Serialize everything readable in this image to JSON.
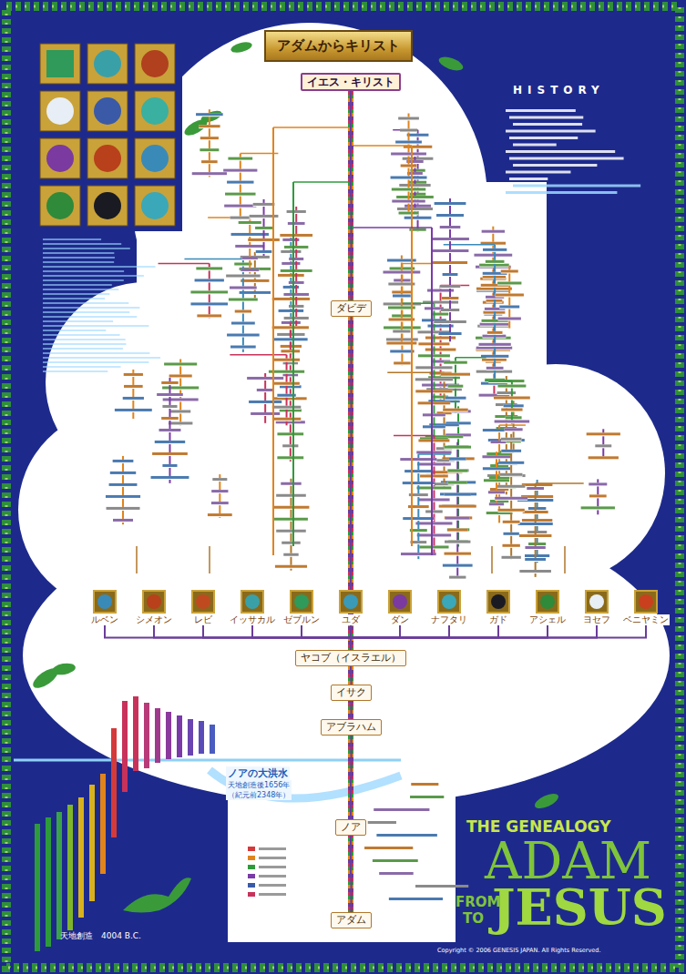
{
  "diagram": {
    "title": "アダムからキリスト",
    "nodes": [
      {
        "text": [
          "イエス・キリスト"
        ]
      },
      {
        "text": [
          "ダビデ"
        ]
      },
      {
        "text": [
          "ルベン"
        ]
      },
      {
        "text": [
          "シメオン"
        ]
      },
      {
        "text": [
          "レビ"
        ]
      },
      {
        "text": [
          "イッサカル"
        ]
      },
      {
        "text": [
          "ゼブルン"
        ]
      },
      {
        "text": [
          "ユダ"
        ]
      },
      {
        "text": [
          "ダン"
        ]
      },
      {
        "text": [
          "ナフタリ"
        ]
      },
      {
        "text": [
          "ガド"
        ]
      },
      {
        "text": [
          "アシェル"
        ]
      },
      {
        "text": [
          "ヨセフ"
        ]
      },
      {
        "text": [
          "ベニヤミン"
        ]
      },
      {
        "text": [
          "ヤコブ（イスラエル）"
        ]
      },
      {
        "text": [
          "イサク"
        ]
      },
      {
        "text": [
          "アブラハム"
        ]
      },
      {
        "text": [
          "ノア"
        ]
      },
      {
        "text": [
          "アダム"
        ]
      }
    ],
    "edges": [
      {
        "from": 18,
        "to": 17,
        "arrow": "none"
      },
      {
        "from": 17,
        "to": 16,
        "arrow": "none"
      },
      {
        "from": 16,
        "to": 15,
        "arrow": "none"
      },
      {
        "from": 15,
        "to": 14,
        "arrow": "none"
      },
      {
        "from": 14,
        "to": 2,
        "arrow": "none"
      },
      {
        "from": 14,
        "to": 3,
        "arrow": "none"
      },
      {
        "from": 14,
        "to": 4,
        "arrow": "none"
      },
      {
        "from": 14,
        "to": 5,
        "arrow": "none"
      },
      {
        "from": 14,
        "to": 6,
        "arrow": "none"
      },
      {
        "from": 14,
        "to": 7,
        "arrow": "none"
      },
      {
        "from": 14,
        "to": 8,
        "arrow": "none"
      },
      {
        "from": 14,
        "to": 9,
        "arrow": "none"
      },
      {
        "from": 14,
        "to": 10,
        "arrow": "none"
      },
      {
        "from": 14,
        "to": 11,
        "arrow": "none"
      },
      {
        "from": 14,
        "to": 12,
        "arrow": "none"
      },
      {
        "from": 14,
        "to": 13,
        "arrow": "none"
      },
      {
        "from": 7,
        "to": 1,
        "arrow": "none"
      },
      {
        "from": 1,
        "to": 0,
        "arrow": "none"
      }
    ],
    "labels": [
      "HISTORY",
      "ノアの大洪水",
      "天地創造後1656年",
      "（紀元前2348年）",
      "天地創造　4004 B.C.",
      "THE GENEALOGY",
      "ADAM",
      "FROM",
      "TO",
      "JESUS",
      "Copyright © 2006 GENESIS JAPAN. All Rights Reserved."
    ]
  }
}
